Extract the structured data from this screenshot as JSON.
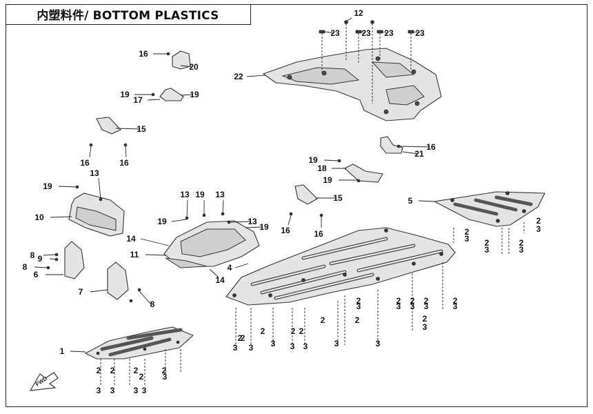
{
  "title": "内塑料件/ BOTTOM PLASTICS",
  "callouts": [
    {
      "n": "12"
    },
    {
      "n": "23"
    },
    {
      "n": "23"
    },
    {
      "n": "23"
    },
    {
      "n": "23"
    },
    {
      "n": "22"
    },
    {
      "n": "16"
    },
    {
      "n": "20"
    },
    {
      "n": "19"
    },
    {
      "n": "19"
    },
    {
      "n": "17"
    },
    {
      "n": "15"
    },
    {
      "n": "16"
    },
    {
      "n": "16"
    },
    {
      "n": "16"
    },
    {
      "n": "21"
    },
    {
      "n": "19"
    },
    {
      "n": "18"
    },
    {
      "n": "19"
    },
    {
      "n": "13"
    },
    {
      "n": "19"
    },
    {
      "n": "10"
    },
    {
      "n": "15"
    },
    {
      "n": "16"
    },
    {
      "n": "16"
    },
    {
      "n": "5"
    },
    {
      "n": "13"
    },
    {
      "n": "19"
    },
    {
      "n": "13"
    },
    {
      "n": "19"
    },
    {
      "n": "13"
    },
    {
      "n": "19"
    },
    {
      "n": "14"
    },
    {
      "n": "11"
    },
    {
      "n": "14"
    },
    {
      "n": "4"
    },
    {
      "n": "8"
    },
    {
      "n": "9"
    },
    {
      "n": "8"
    },
    {
      "n": "6"
    },
    {
      "n": "7"
    },
    {
      "n": "8"
    },
    {
      "n": "1"
    },
    {
      "n": "2"
    },
    {
      "n": "3"
    },
    {
      "n": "2"
    },
    {
      "n": "3"
    },
    {
      "n": "2"
    },
    {
      "n": "3"
    },
    {
      "n": "2"
    },
    {
      "n": "3"
    },
    {
      "n": "2"
    },
    {
      "n": "3"
    },
    {
      "n": "2"
    },
    {
      "n": "3"
    },
    {
      "n": "2"
    },
    {
      "n": "3"
    },
    {
      "n": "2"
    },
    {
      "n": "3"
    },
    {
      "n": "2"
    },
    {
      "n": "3"
    },
    {
      "n": "2"
    },
    {
      "n": "3"
    },
    {
      "n": "2"
    },
    {
      "n": "3"
    },
    {
      "n": "2"
    },
    {
      "n": "3"
    },
    {
      "n": "2"
    },
    {
      "n": "3"
    },
    {
      "n": "2"
    },
    {
      "n": "3"
    },
    {
      "n": "2"
    },
    {
      "n": "3"
    },
    {
      "n": "2"
    },
    {
      "n": "3"
    },
    {
      "n": "2"
    },
    {
      "n": "3"
    },
    {
      "n": "2"
    },
    {
      "n": "3"
    },
    {
      "n": "2"
    },
    {
      "n": "3"
    },
    {
      "n": "2"
    },
    {
      "n": "3"
    },
    {
      "n": "2"
    },
    {
      "n": "3"
    },
    {
      "n": "2"
    },
    {
      "n": "3"
    }
  ],
  "fwd_label": "FWD"
}
